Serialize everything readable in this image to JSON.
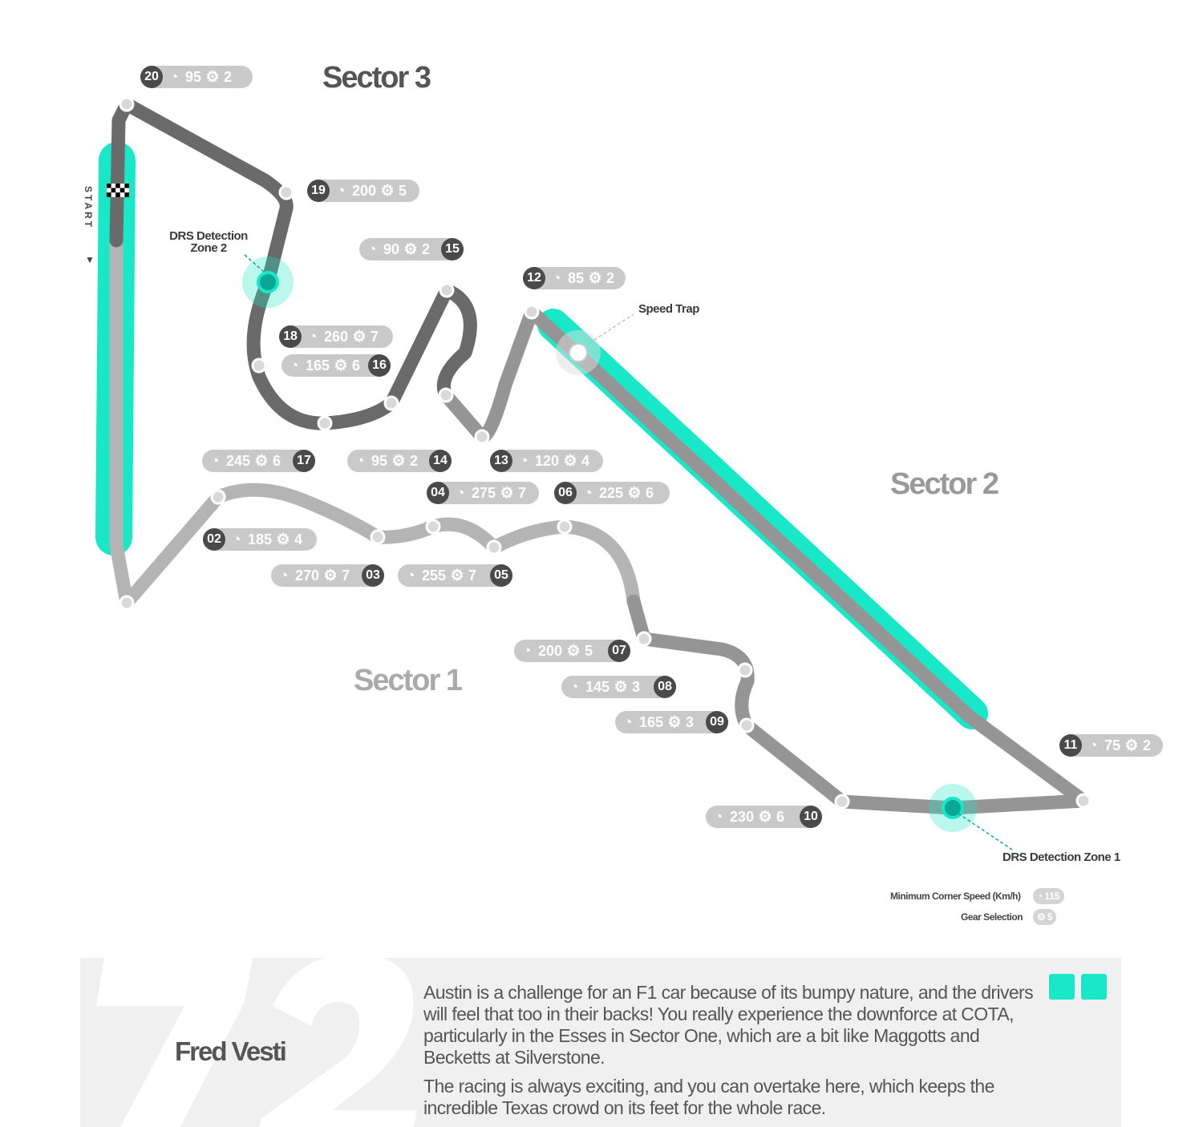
{
  "sectors": [
    "Sector 1",
    "Sector 2",
    "Sector 3"
  ],
  "start_label": "START",
  "annotations": {
    "drs2": "DRS Detection Zone 2",
    "drs1": "DRS Detection Zone 1",
    "speed_trap": "Speed Trap"
  },
  "colors": {
    "drs": "#19e8c8",
    "sector1": "#b4b4b4",
    "sector2": "#959595",
    "sector3": "#6a6a6a",
    "badge": "#4a4a4a",
    "pill": "#c9c9c9"
  },
  "corners": [
    {
      "num": "20",
      "speed": "95",
      "gear": "2",
      "side": "left"
    },
    {
      "num": "19",
      "speed": "200",
      "gear": "5",
      "side": "left"
    },
    {
      "num": "15",
      "speed": "90",
      "gear": "2",
      "side": "right"
    },
    {
      "num": "12",
      "speed": "85",
      "gear": "2",
      "side": "left"
    },
    {
      "num": "18",
      "speed": "260",
      "gear": "7",
      "side": "left"
    },
    {
      "num": "16",
      "speed": "165",
      "gear": "6",
      "side": "right"
    },
    {
      "num": "17",
      "speed": "245",
      "gear": "6",
      "side": "right"
    },
    {
      "num": "14",
      "speed": "95",
      "gear": "2",
      "side": "right"
    },
    {
      "num": "13",
      "speed": "120",
      "gear": "4",
      "side": "left"
    },
    {
      "num": "04",
      "speed": "275",
      "gear": "7",
      "side": "left"
    },
    {
      "num": "06",
      "speed": "225",
      "gear": "6",
      "side": "left"
    },
    {
      "num": "02",
      "speed": "185",
      "gear": "4",
      "side": "left"
    },
    {
      "num": "03",
      "speed": "270",
      "gear": "7",
      "side": "right"
    },
    {
      "num": "05",
      "speed": "255",
      "gear": "7",
      "side": "right"
    },
    {
      "num": "07",
      "speed": "200",
      "gear": "5",
      "side": "right"
    },
    {
      "num": "08",
      "speed": "145",
      "gear": "3",
      "side": "right"
    },
    {
      "num": "09",
      "speed": "165",
      "gear": "3",
      "side": "right"
    },
    {
      "num": "11",
      "speed": "75",
      "gear": "2",
      "side": "left"
    },
    {
      "num": "10",
      "speed": "230",
      "gear": "6",
      "side": "right"
    }
  ],
  "legend": {
    "speed_label": "Minimum Corner Speed (Km/h)",
    "speed_example": "115",
    "gear_label": "Gear Selection",
    "gear_example": "5"
  },
  "driver": {
    "number": "72",
    "name": "Fred Vesti"
  },
  "quote": [
    "Austin is a challenge for an F1 car because of its bumpy nature, and the drivers will feel that too in their backs! You really experience the downforce at COTA, particularly in the Esses in Sector One, which are a bit like Maggotts and Becketts at Silverstone.",
    "The racing is always exciting, and you can overtake here, which keeps the incredible Texas crowd on its feet for the whole race."
  ]
}
